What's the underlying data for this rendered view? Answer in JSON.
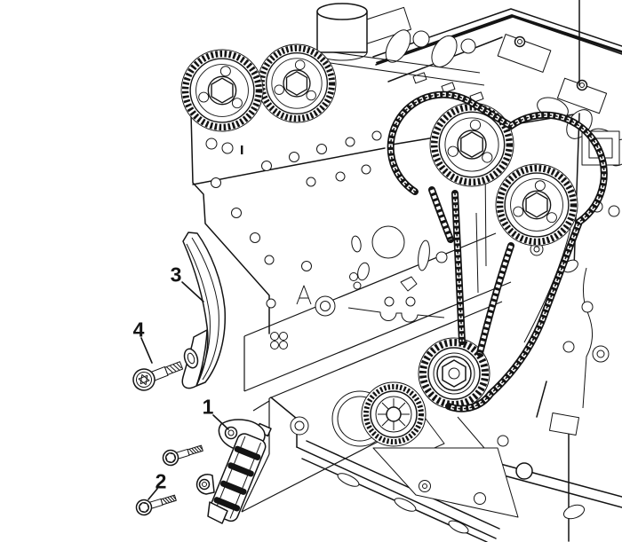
{
  "diagram": {
    "kind": "engine-timing-drive-service-illustration",
    "background_color": "#ffffff",
    "line_color": "#141414",
    "callouts": [
      {
        "label": "1",
        "part": "timing-chain-tensioner-shoe"
      },
      {
        "label": "2",
        "part": "tensioner-shoe-bolts"
      },
      {
        "label": "3",
        "part": "timing-chain-guide"
      },
      {
        "label": "4",
        "part": "timing-chain-guide-bolt"
      }
    ]
  }
}
